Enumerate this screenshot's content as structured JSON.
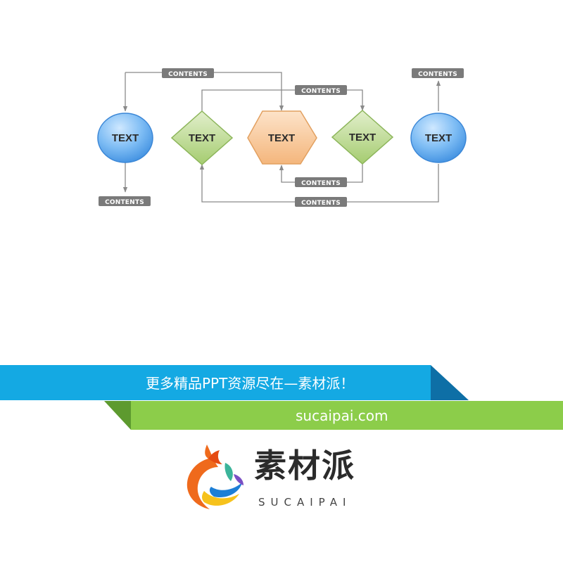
{
  "diagram": {
    "nodes": [
      {
        "id": "n1",
        "shape": "circle",
        "label": "TEXT",
        "color": "#6fb6f2"
      },
      {
        "id": "n2",
        "shape": "diamond",
        "label": "TEXT",
        "color": "#b9d98a"
      },
      {
        "id": "n3",
        "shape": "hexagon",
        "label": "TEXT",
        "color": "#f7c79b"
      },
      {
        "id": "n4",
        "shape": "diamond",
        "label": "TEXT",
        "color": "#b9d98a"
      },
      {
        "id": "n5",
        "shape": "circle",
        "label": "TEXT",
        "color": "#6fb6f2"
      }
    ],
    "connector_labels": [
      "CONTENTS",
      "CONTENTS",
      "CONTENTS",
      "CONTENTS",
      "CONTENTS",
      "CONTENTS"
    ],
    "colors": {
      "tag_bg": "#7a7a7a",
      "wire": "#8a8a8a"
    }
  },
  "banner": {
    "primary_text": "更多精品PPT资源尽在—素材派！",
    "url_text": "sucaipai.com",
    "blue": "#14a9e3",
    "green": "#8ccd4a"
  },
  "logo": {
    "name_cn": "素材派",
    "name_en": "SUCAIPAI"
  }
}
